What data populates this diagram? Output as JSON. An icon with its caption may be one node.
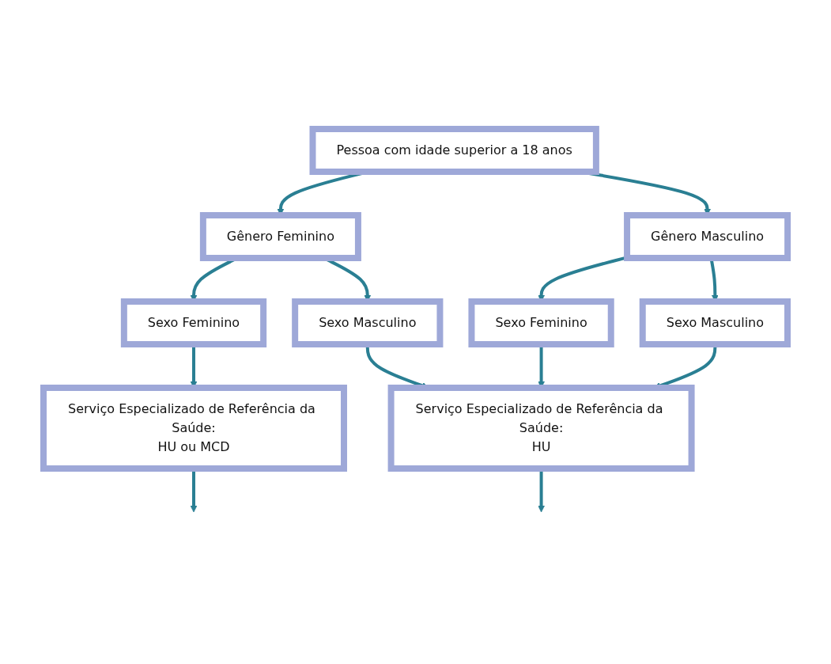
{
  "diagram": {
    "nodes": [
      {
        "text": [
          "Pessoa com idade superior a 18 anos"
        ]
      },
      {
        "text": [
          "Gênero Feminino"
        ]
      },
      {
        "text": [
          "Gênero Masculino"
        ]
      },
      {
        "text": [
          "Sexo Feminino"
        ]
      },
      {
        "text": [
          "Sexo Masculino"
        ]
      },
      {
        "text": [
          "Sexo Feminino"
        ]
      },
      {
        "text": [
          "Sexo Masculino"
        ]
      },
      {
        "text": [
          "Serviço Especializado de Referência da Saúde:",
          "HU ou MCD"
        ]
      },
      {
        "text": [
          "Serviço Especializado de Referência da Saúde:",
          "HU"
        ]
      }
    ],
    "edges": [
      {
        "from": 0,
        "to": 1,
        "arrow": "to"
      },
      {
        "from": 0,
        "to": 2,
        "arrow": "to"
      },
      {
        "from": 1,
        "to": 3,
        "arrow": "to"
      },
      {
        "from": 1,
        "to": 4,
        "arrow": "to"
      },
      {
        "from": 2,
        "to": 5,
        "arrow": "to"
      },
      {
        "from": 2,
        "to": 6,
        "arrow": "to"
      },
      {
        "from": 3,
        "to": 7,
        "arrow": "to"
      },
      {
        "from": 4,
        "to": 8,
        "arrow": "to"
      },
      {
        "from": 5,
        "to": 8,
        "arrow": "to"
      },
      {
        "from": 6,
        "to": 8,
        "arrow": "to"
      },
      {
        "from": 7,
        "to": null,
        "arrow": "to"
      },
      {
        "from": 8,
        "to": null,
        "arrow": "to"
      }
    ]
  }
}
